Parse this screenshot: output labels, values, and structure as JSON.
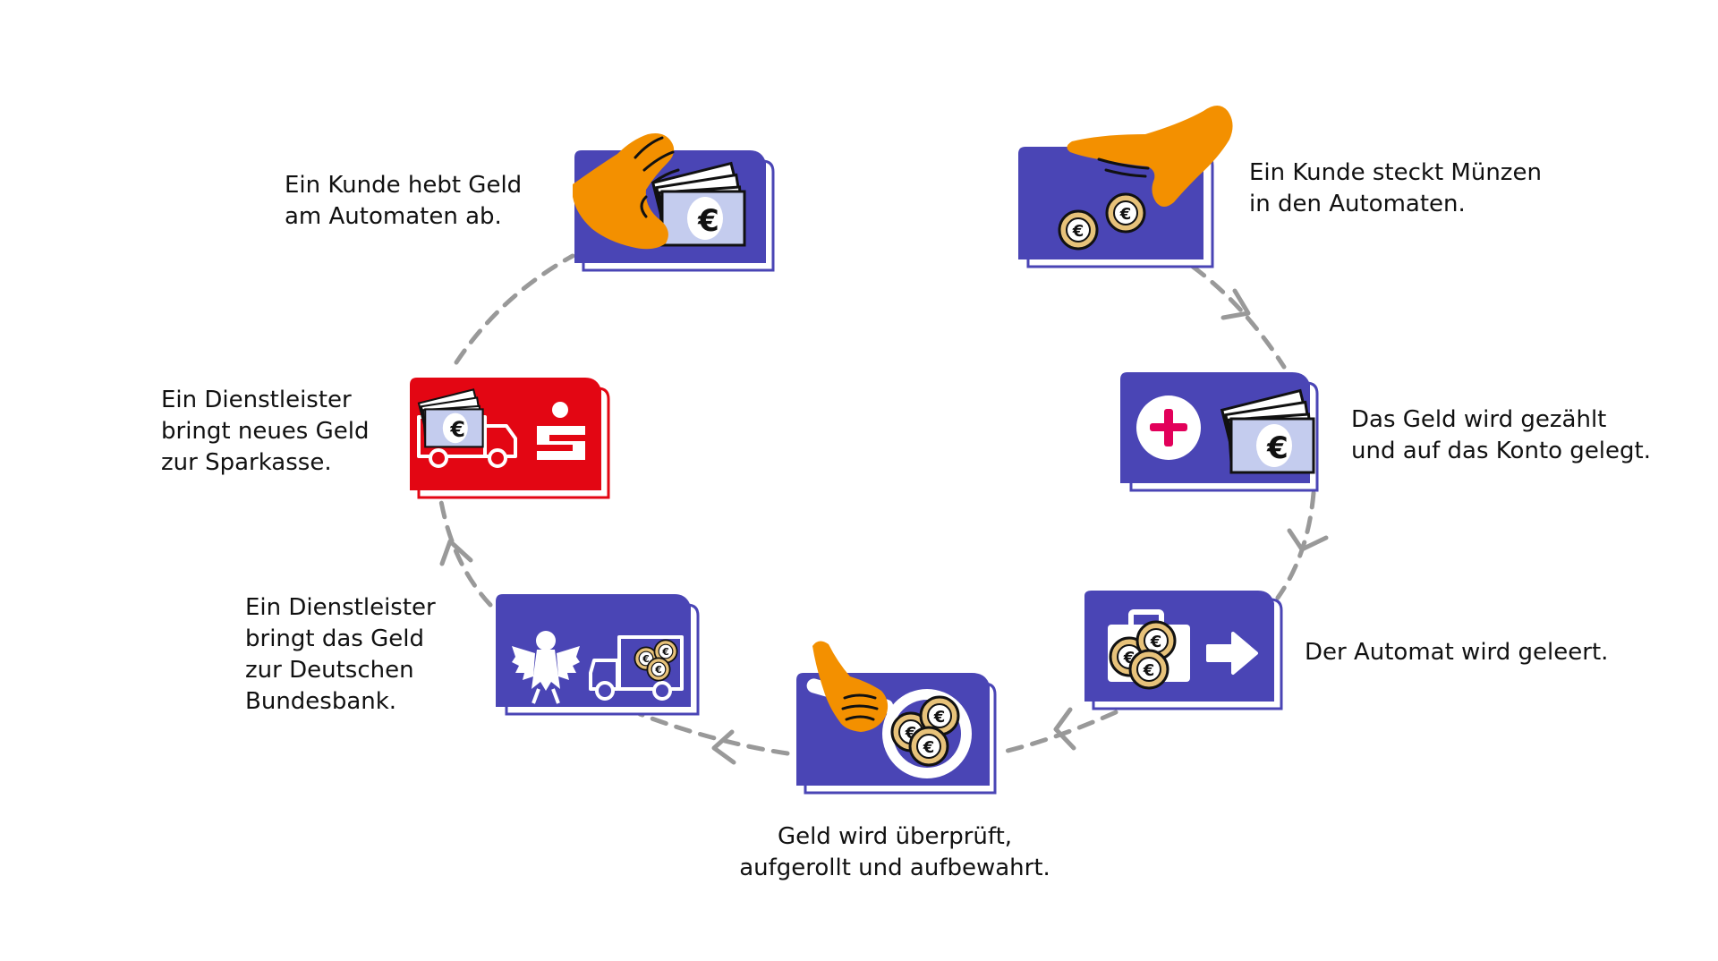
{
  "colors": {
    "purple": "#4a45b5",
    "red": "#e30613",
    "orange": "#f39000",
    "arrow": "#999999",
    "bill": "#c4ccee",
    "coin_ring": "#e7c27a"
  },
  "steps": [
    {
      "id": "insert-coins",
      "icon": "hand-coins-icon",
      "lines": [
        "Ein Kunde steckt Münzen",
        "in den Automaten."
      ]
    },
    {
      "id": "counted",
      "icon": "plus-banknotes-icon",
      "lines": [
        "Das Geld wird gezählt",
        "und auf das Konto gelegt."
      ]
    },
    {
      "id": "emptied",
      "icon": "coin-case-arrow-icon",
      "lines": [
        "Der Automat wird geleert."
      ]
    },
    {
      "id": "checked",
      "icon": "magnifier-coins-icon",
      "lines": [
        "Geld wird überprüft,",
        "aufgerollt und aufbewahrt."
      ]
    },
    {
      "id": "to-bundesbank",
      "icon": "eagle-truck-icon",
      "lines": [
        "Ein Dienstleister",
        "bringt das Geld",
        "zur Deutschen",
        "Bundesbank."
      ]
    },
    {
      "id": "to-sparkasse",
      "icon": "truck-sparkasse-icon",
      "lines": [
        "Ein Dienstleister",
        "bringt neues Geld",
        "zur Sparkasse."
      ]
    },
    {
      "id": "withdraw",
      "icon": "hand-banknotes-icon",
      "lines": [
        "Ein Kunde hebt Geld",
        "am Automaten ab."
      ]
    }
  ]
}
